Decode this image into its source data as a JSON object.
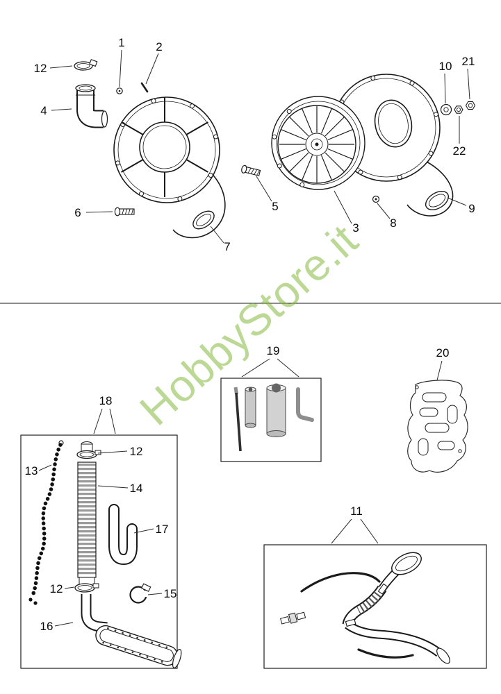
{
  "watermark": {
    "text": "HobbyStore.it",
    "color": "#79b52e"
  },
  "labels": {
    "p1": "1",
    "p2": "2",
    "p3": "3",
    "p4": "4",
    "p5": "5",
    "p6": "6",
    "p7": "7",
    "p8": "8",
    "p9": "9",
    "p10": "10",
    "p11": "11",
    "p12a": "12",
    "p12b": "12",
    "p12c": "12",
    "p13": "13",
    "p14": "14",
    "p15": "15",
    "p16": "16",
    "p17": "17",
    "p18": "18",
    "p19": "19",
    "p20": "20",
    "p21": "21",
    "p22": "22"
  }
}
